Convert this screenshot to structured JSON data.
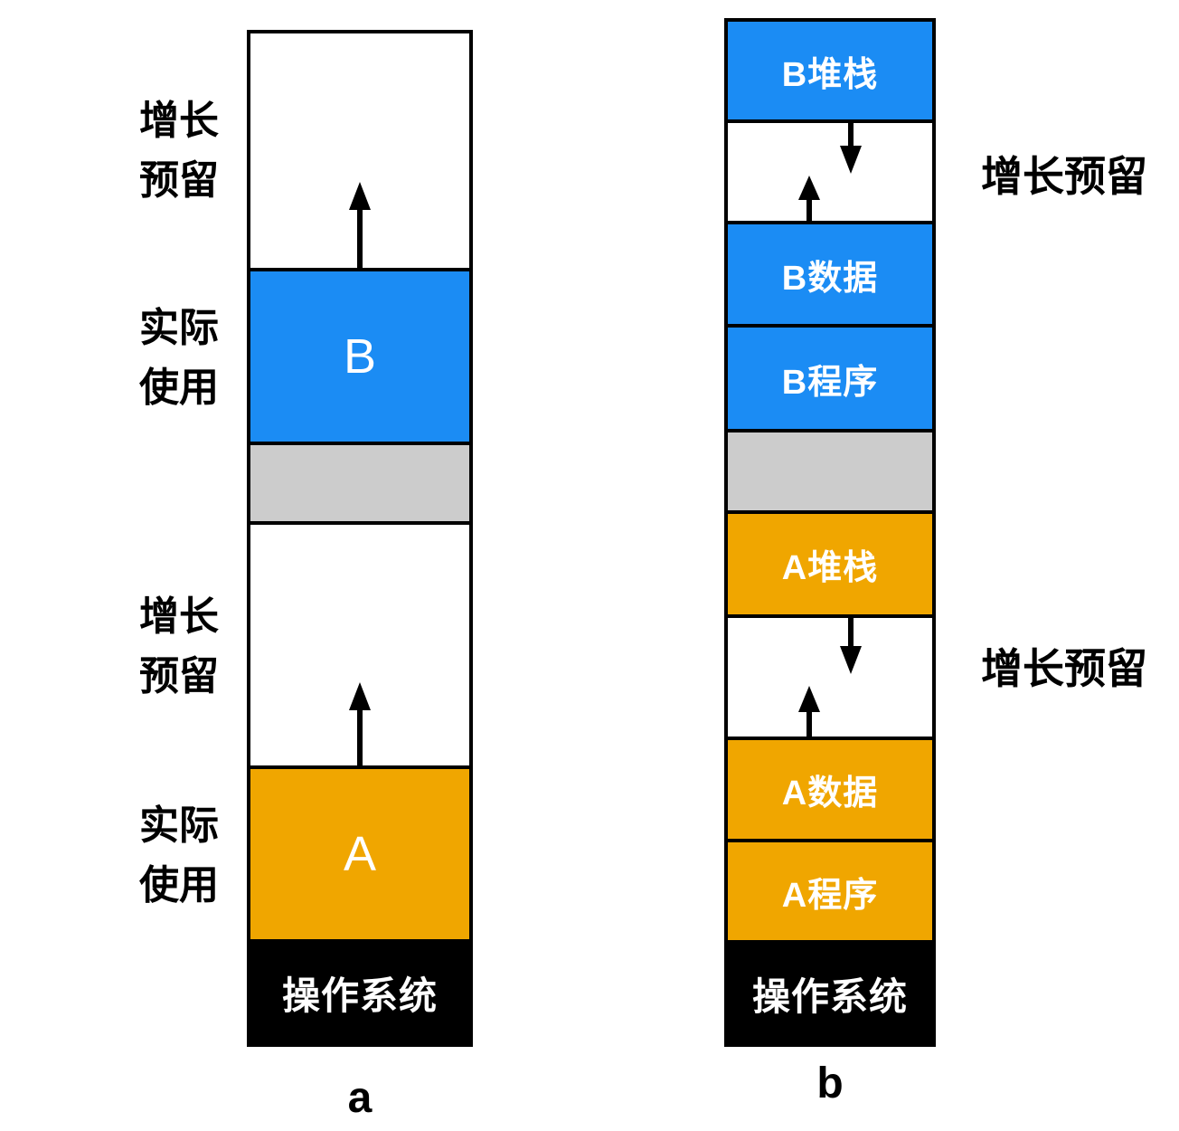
{
  "colors": {
    "process_b_blue": "#1B8CF4",
    "process_a_orange": "#F0A600",
    "free_gap_gray": "#CCCCCC",
    "os_black": "#000000"
  },
  "diagram_a": {
    "caption": "a",
    "labels": [
      {
        "lines": [
          "增长",
          "预留"
        ]
      },
      {
        "lines": [
          "实际",
          "使用"
        ]
      },
      {
        "lines": [
          "增长",
          "预留"
        ]
      },
      {
        "lines": [
          "实际",
          "使用"
        ]
      }
    ],
    "segments": [
      {
        "name": "b-growth-reserved",
        "label": ""
      },
      {
        "name": "b-used",
        "label": "B"
      },
      {
        "name": "free-gap",
        "label": ""
      },
      {
        "name": "a-growth-reserved",
        "label": ""
      },
      {
        "name": "a-used",
        "label": "A"
      },
      {
        "name": "operating-system",
        "label": "操作系统"
      }
    ]
  },
  "diagram_b": {
    "caption": "b",
    "labels": [
      {
        "text": "增长预留"
      },
      {
        "text": "增长预留"
      }
    ],
    "segments": [
      {
        "name": "b-stack",
        "label": "B堆栈"
      },
      {
        "name": "b-growth-gap",
        "label": ""
      },
      {
        "name": "b-data",
        "label": "B数据"
      },
      {
        "name": "b-program",
        "label": "B程序"
      },
      {
        "name": "free-gap",
        "label": ""
      },
      {
        "name": "a-stack",
        "label": "A堆栈"
      },
      {
        "name": "a-growth-gap",
        "label": ""
      },
      {
        "name": "a-data",
        "label": "A数据"
      },
      {
        "name": "a-program",
        "label": "A程序"
      },
      {
        "name": "operating-system",
        "label": "操作系统"
      }
    ]
  }
}
